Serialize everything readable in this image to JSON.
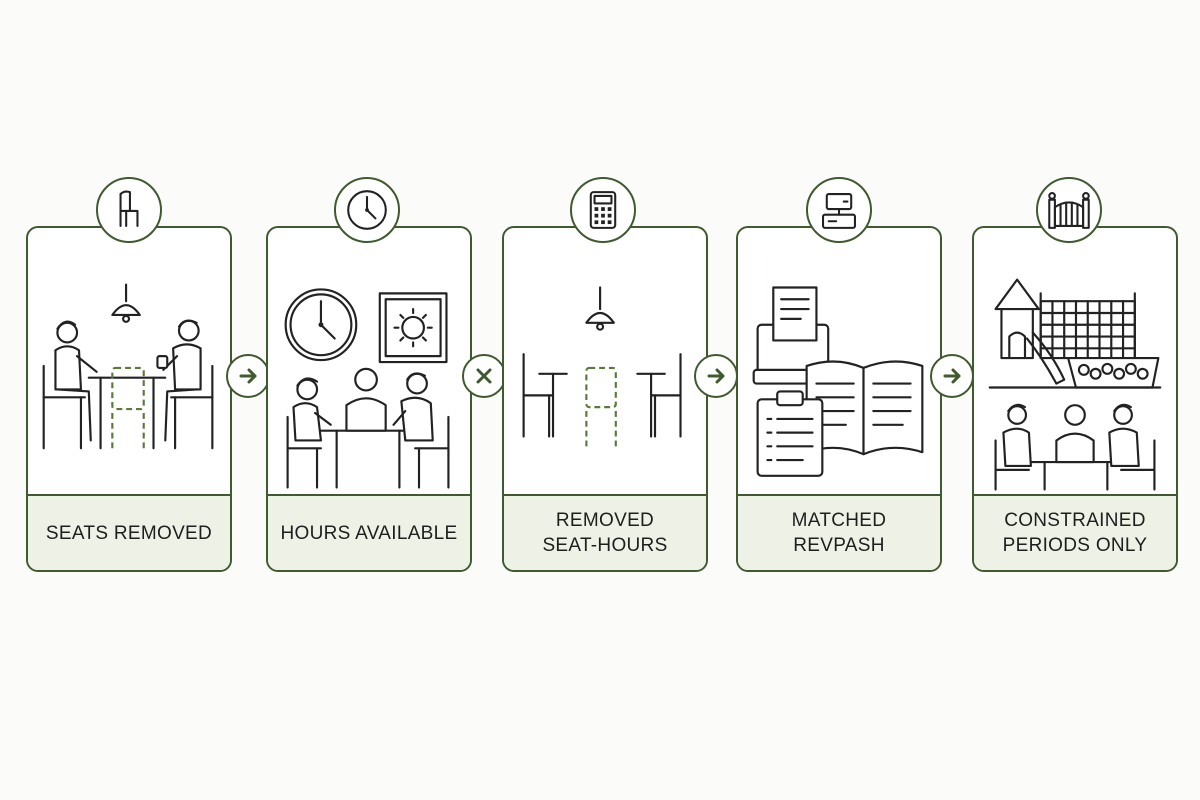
{
  "steps": [
    {
      "label": "SEATS REMOVED",
      "icon": "chair-icon"
    },
    {
      "label": "HOURS AVAILABLE",
      "icon": "clock-icon"
    },
    {
      "label": "REMOVED\nSEAT-HOURS",
      "icon": "calculator-icon"
    },
    {
      "label": "MATCHED REVPASH",
      "icon": "cash-register-icon"
    },
    {
      "label": "CONSTRAINED\nPERIODS ONLY",
      "icon": "gate-icon"
    }
  ],
  "connectors": [
    "arrow-right-icon",
    "multiply-icon",
    "arrow-right-icon",
    "arrow-right-icon"
  ],
  "colors": {
    "accent": "#3f5a2e",
    "label_bg": "#eef2e6",
    "dashed": "#5a7a3c"
  }
}
